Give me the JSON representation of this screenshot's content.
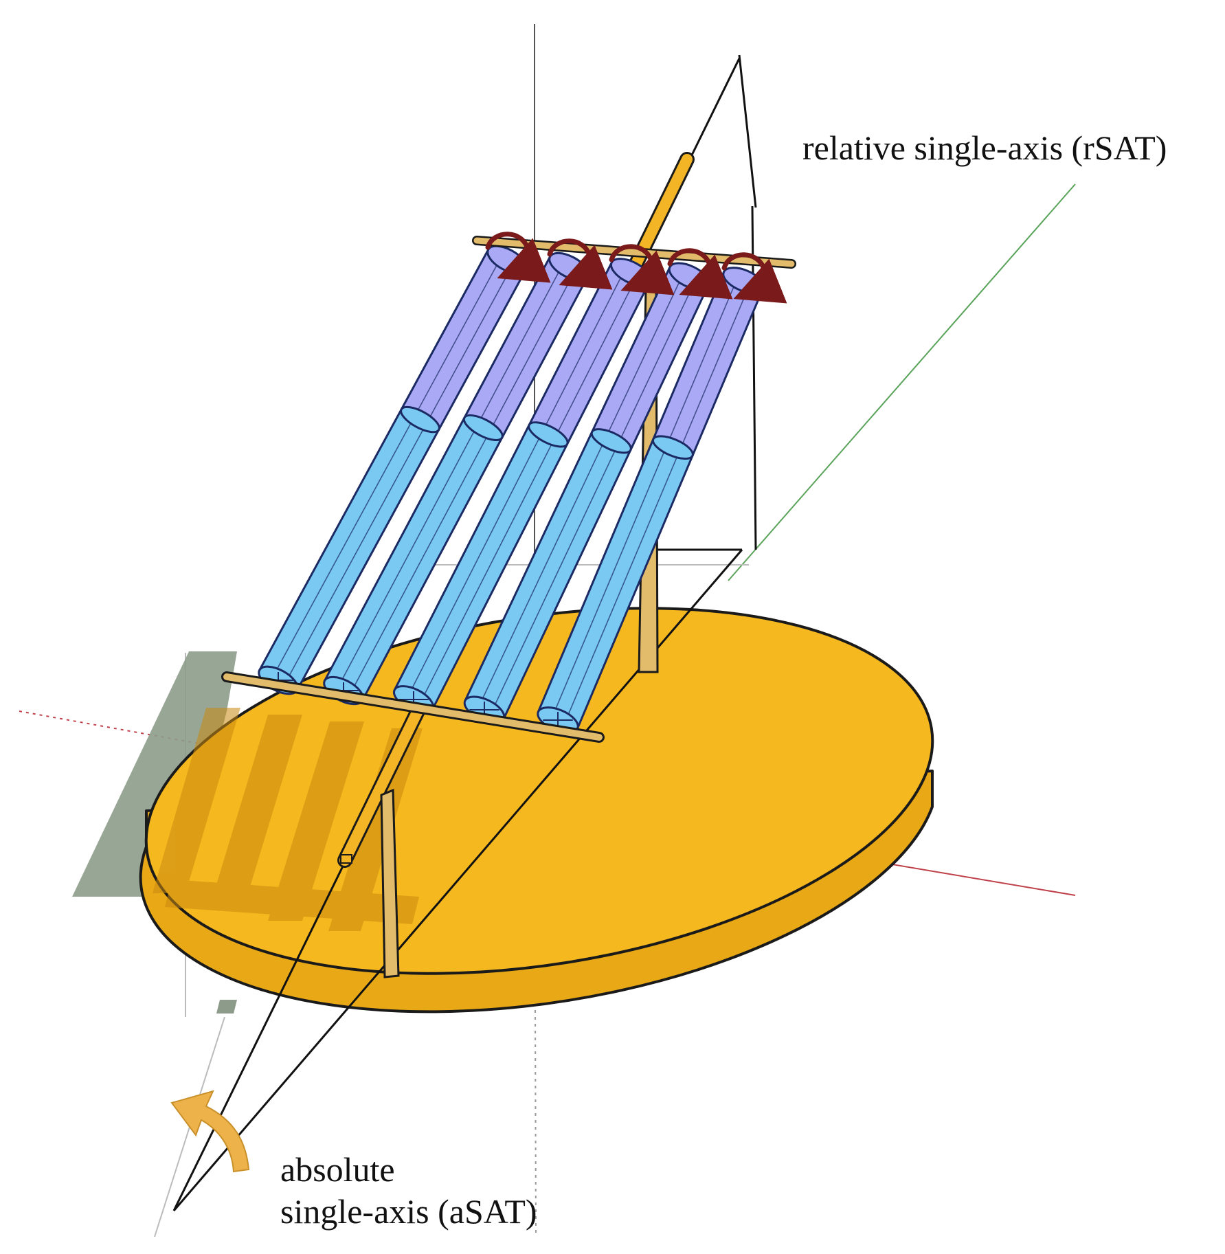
{
  "labels": {
    "relative_axis": "relative single-axis (rSAT)",
    "absolute_axis_line1": "absolute",
    "absolute_axis_line2": "single-axis (aSAT)"
  },
  "colors": {
    "background": "#ffffff",
    "platform_top": "#f6b81f",
    "platform_side": "#e9a815",
    "platform_outline": "#1a1a1a",
    "tube_upper": "#a9a9f5",
    "tube_lower": "#79c9f3",
    "tube_outline": "#1b2a63",
    "frame_wood": "#e2bc6b",
    "axis_rod": "#f3b526",
    "rotation_arrow": "#7a1a1a",
    "absolute_arrow": "#edb24a",
    "shadow": "#8d9c8a",
    "axis_red": "#c0404a",
    "axis_green": "#5aa35a"
  },
  "icons": {
    "tube_rotation": "rotation-arrow-icon",
    "platform_rotation": "curved-arrow-icon"
  },
  "tube_count": 5
}
